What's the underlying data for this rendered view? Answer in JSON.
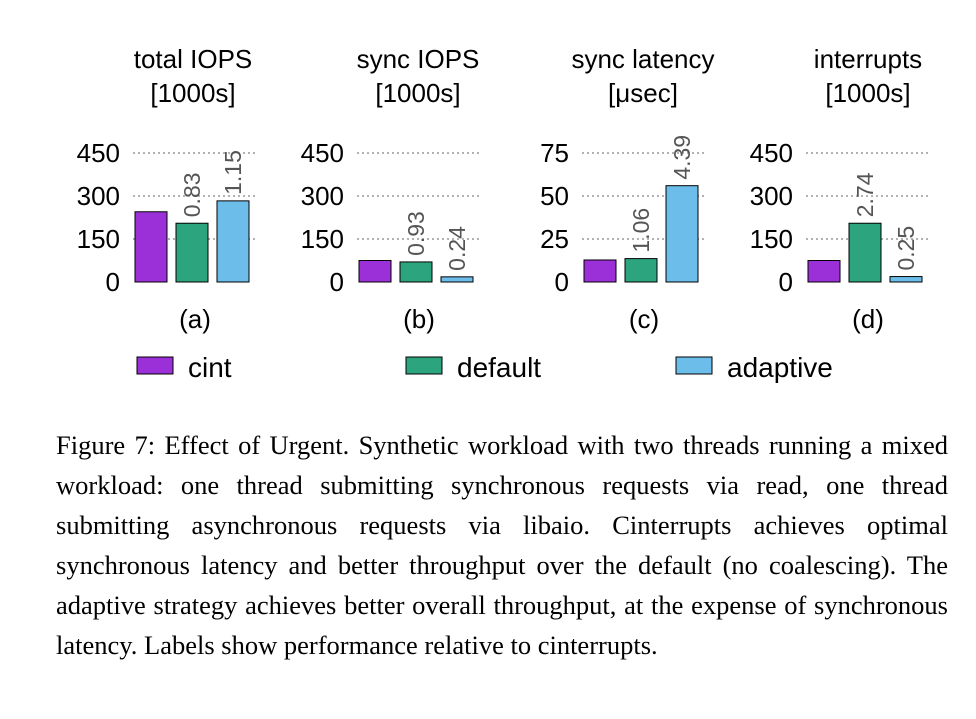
{
  "chart_data": [
    {
      "type": "bar",
      "panel": "(a)",
      "title": [
        "total IOPS",
        "[1000s]"
      ],
      "ylim": [
        0,
        450
      ],
      "yticks": [
        0,
        150,
        300,
        450
      ],
      "grid": true,
      "categories": [
        "cint",
        "default",
        "adaptive"
      ],
      "values": [
        245,
        205,
        283
      ],
      "labels": [
        "",
        "0.83",
        "1.15"
      ]
    },
    {
      "type": "bar",
      "panel": "(b)",
      "title": [
        "sync IOPS",
        "[1000s]"
      ],
      "ylim": [
        0,
        450
      ],
      "yticks": [
        0,
        150,
        300,
        450
      ],
      "grid": true,
      "categories": [
        "cint",
        "default",
        "adaptive"
      ],
      "values": [
        75,
        70,
        18
      ],
      "labels": [
        "",
        "0.93",
        "0.24"
      ]
    },
    {
      "type": "bar",
      "panel": "(c)",
      "title": [
        "sync latency",
        "[μsec]"
      ],
      "ylim": [
        0,
        75
      ],
      "yticks": [
        0,
        25,
        50,
        75
      ],
      "grid": true,
      "categories": [
        "cint",
        "default",
        "adaptive"
      ],
      "values": [
        12.8,
        13.6,
        56
      ],
      "labels": [
        "",
        "1.06",
        "4.39"
      ]
    },
    {
      "type": "bar",
      "panel": "(d)",
      "title": [
        "interrupts",
        "[1000s]"
      ],
      "ylim": [
        0,
        450
      ],
      "yticks": [
        0,
        150,
        300,
        450
      ],
      "grid": true,
      "categories": [
        "cint",
        "default",
        "adaptive"
      ],
      "values": [
        75,
        205,
        19
      ],
      "labels": [
        "",
        "2.74",
        "0.25"
      ]
    }
  ],
  "legend": {
    "placement": "bottom",
    "items": [
      {
        "label": "cint",
        "color": "#9b30d9"
      },
      {
        "label": "default",
        "color": "#2ca57e"
      },
      {
        "label": "adaptive",
        "color": "#6cbde9"
      }
    ]
  },
  "caption": "Figure 7: Effect of Urgent. Synthetic workload with two threads running a mixed workload: one thread submitting synchronous requests via read, one thread submitting asynchronous requests via libaio. Cinterrupts achieves optimal synchronous latency and better throughput over the default (no coalescing). The adaptive strategy achieves better overall throughput, at the expense of synchronous latency. Labels show performance relative to cinterrupts."
}
